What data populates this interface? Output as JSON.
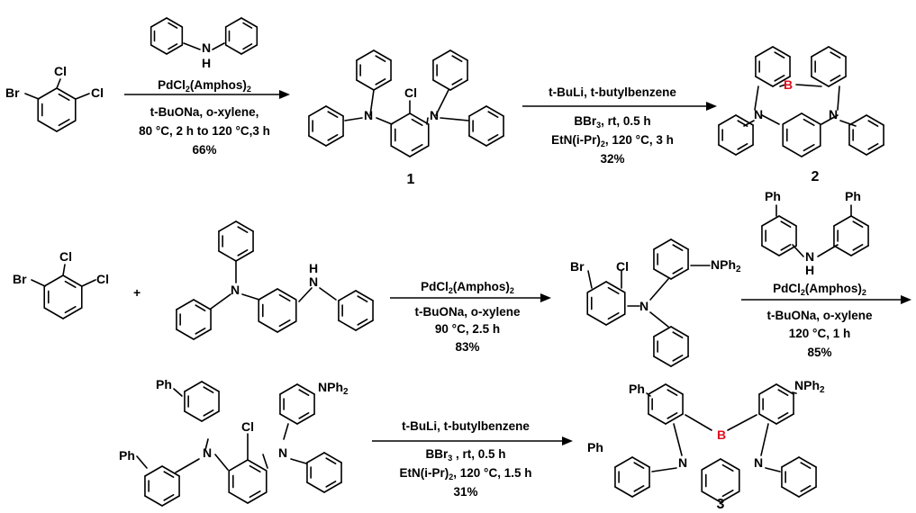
{
  "atoms": {
    "Br": "Br",
    "Cl": "Cl",
    "N": "N",
    "H": "H",
    "B": "B",
    "Ph": "Ph",
    "NPh2": "NPh",
    "sub2": "2",
    "plus": "+"
  },
  "compounds": {
    "c1": "1",
    "c2": "2",
    "c3": "3"
  },
  "colors": {
    "bonds": "#000000",
    "boron": "#e0101e"
  },
  "arrows": {
    "a1": {
      "reagent_line1": "PdCl",
      "reagent_line1_sub": "2",
      "reagent_line1_tail": "(Amphos)",
      "reagent_line1_sub2": "2",
      "line2": "t-BuONa, o-xylene,",
      "line3": "80 °C, 2 h to 120 °C,3 h",
      "yield": "66%"
    },
    "a2": {
      "line1": "t-BuLi, t-butylbenzene",
      "line2": "BBr",
      "line2_sub": "3",
      "line2_tail": ",  rt, 0.5 h",
      "line3": "EtN(i-Pr)",
      "line3_sub": "2",
      "line3_tail": ", 120 °C, 3 h",
      "yield": "32%"
    },
    "a3": {
      "line1": "PdCl",
      "line1_sub": "2",
      "line1_tail": "(Amphos)",
      "line1_sub2": "2",
      "line2": "t-BuONa, o-xylene",
      "line3": "90 °C, 2.5 h",
      "yield": "83%"
    },
    "a4": {
      "line1": "PdCl",
      "line1_sub": "2",
      "line1_tail": "(Amphos)",
      "line1_sub2": "2",
      "line2": "t-BuONa, o-xylene",
      "line3": "120 °C, 1 h",
      "yield": "85%"
    },
    "a5": {
      "line1": "t-BuLi, t-butylbenzene",
      "line2": "BBr",
      "line2_sub": "3",
      "line2_tail": " , rt, 0.5 h",
      "line3": "EtN(i-Pr)",
      "line3_sub": "2",
      "line3_tail": ", 120 °C, 1.5 h",
      "yield": "31%"
    }
  }
}
